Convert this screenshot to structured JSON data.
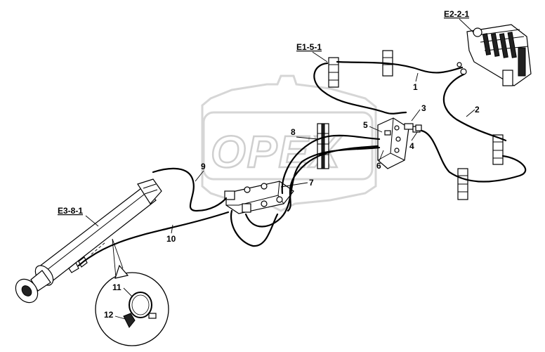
{
  "watermark": "OPEX",
  "references": {
    "valve": "E2-2-1",
    "clip": "E1-5-1",
    "cylinder": "E3-8-1"
  },
  "callouts": [
    "1",
    "2",
    "3",
    "4",
    "5",
    "6",
    "7",
    "8",
    "9",
    "10",
    "11",
    "12"
  ]
}
